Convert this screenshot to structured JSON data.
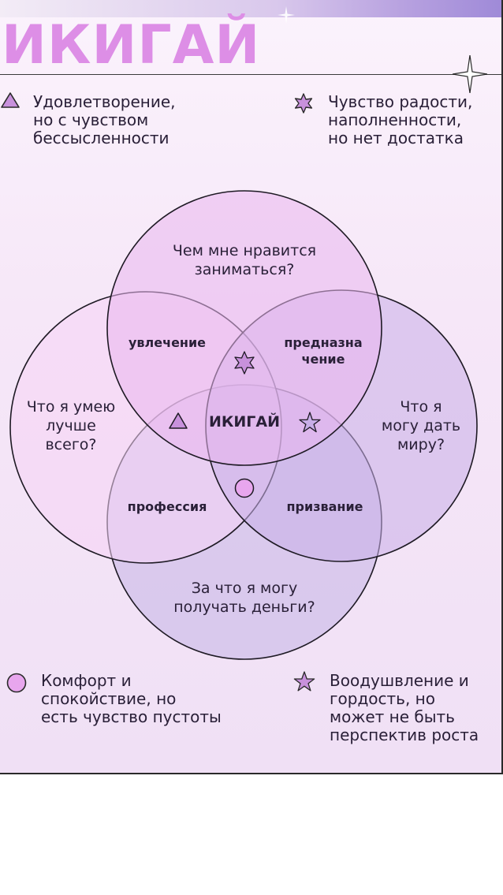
{
  "title": "ИКИГАЙ",
  "legend": {
    "triangle": "Удовлетворение,\nно с чувством\nбессысленности",
    "star6": "Чувство радости,\nнаполненности,\nно нет достатка",
    "circle": "Комфорт и\nспокойствие, но\nесть чувство пустоты",
    "star5": "Воодушвление и\nгордость, но\nможет не быть\nперспектив роста"
  },
  "circles": {
    "top": {
      "q1": "Чем мне нравится",
      "q2": "заниматься?"
    },
    "left": {
      "q1": "Что я умею",
      "q2": "лучше",
      "q3": "всего?"
    },
    "right": {
      "q1": "Что я",
      "q2": "могу дать",
      "q3": "миру?"
    },
    "bottom": {
      "q1": "За что я могу",
      "q2": "получать деньги?"
    }
  },
  "overlaps": {
    "passion": "увлечение",
    "mission1": "предназна",
    "mission2": "чение",
    "profession": "профессия",
    "vocation": "призвание"
  },
  "center": "ИКИГАЙ",
  "colors": {
    "title": "#dd8ee6",
    "top_fill": "#e9b6ef",
    "left_fill": "#f5d4f6",
    "right_fill": "#c8aee8",
    "bottom_fill": "#c5b4e6",
    "marker": "#c891dc",
    "outline": "#1e1a24"
  },
  "icons": [
    "triangle-icon",
    "six-point-star-icon",
    "circle-icon",
    "five-point-star-icon",
    "sparkle-icon"
  ]
}
